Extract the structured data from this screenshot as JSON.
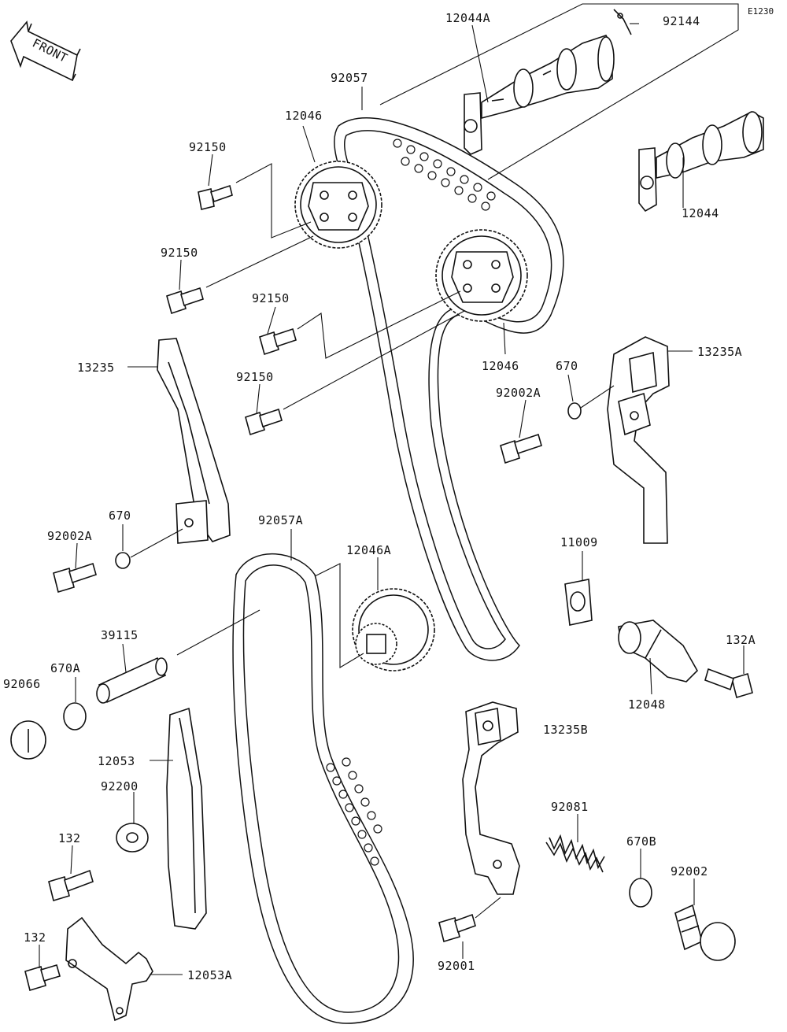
{
  "diagram_code": "E1230",
  "front_arrow_label": "FRONT",
  "labels": {
    "p12044A": "12044A",
    "p92144": "92144",
    "p92057": "92057",
    "p12046_top": "12046",
    "p92150_a": "92150",
    "p92150_b": "92150",
    "p92150_c": "92150",
    "p92150_d": "92150",
    "p12044": "12044",
    "p13235A": "13235A",
    "p12046_mid": "12046",
    "p670_right": "670",
    "p92002A_right": "92002A",
    "p13235": "13235",
    "p670_left": "670",
    "p92002A_left": "92002A",
    "p92057A": "92057A",
    "p12046A": "12046A",
    "p11009": "11009",
    "p39115": "39115",
    "p670A": "670A",
    "p92066": "92066",
    "p132A": "132A",
    "p12048": "12048",
    "p13235B": "13235B",
    "p12053": "12053",
    "p92200": "92200",
    "p92081": "92081",
    "p132_a": "132",
    "p670B": "670B",
    "p92002": "92002",
    "p132_b": "132",
    "p92001": "92001",
    "p12053A": "12053A"
  }
}
